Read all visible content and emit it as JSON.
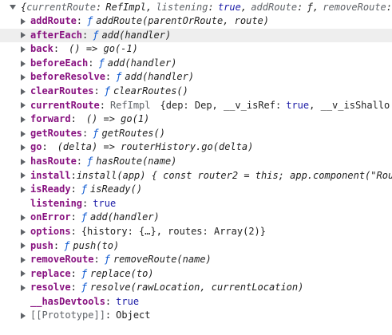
{
  "header": {
    "open_brace": "{",
    "p1_key": "currentRoute",
    "p1_val": "RefImpl",
    "p2_key": "listening",
    "p2_val": "true",
    "p3_key": "addRoute",
    "p3_val": "ƒ",
    "p4_key": "removeRoute",
    "sep": ":",
    "comma": ","
  },
  "rows": [
    {
      "key": "addRoute",
      "f": "ƒ",
      "val": "addRoute(parentOrRoute, route)"
    },
    {
      "key": "afterEach",
      "f": "ƒ",
      "val": "add(handler)"
    },
    {
      "key": "back",
      "val": "() => go(-1)"
    },
    {
      "key": "beforeEach",
      "f": "ƒ",
      "val": "add(handler)"
    },
    {
      "key": "beforeResolve",
      "f": "ƒ",
      "val": "add(handler)"
    },
    {
      "key": "clearRoutes",
      "f": "ƒ",
      "val": "clearRoutes()"
    },
    {
      "key": "currentRoute",
      "val1": "RefImpl",
      "val2": "{dep: Dep, __v_isRef:",
      "val3": "true",
      "val4": ", __v_isShallo"
    },
    {
      "key": "forward",
      "val": "() => go(1)"
    },
    {
      "key": "getRoutes",
      "f": "ƒ",
      "val": "getRoutes()"
    },
    {
      "key": "go",
      "val": "(delta) => routerHistory.go(delta)"
    },
    {
      "key": "hasRoute",
      "f": "ƒ",
      "val": "hasRoute(name)"
    },
    {
      "key": "install",
      "val": "install(app) { const router2 = this; app.component(\"Rou"
    },
    {
      "key": "isReady",
      "f": "ƒ",
      "val": "isReady()"
    },
    {
      "key": "listening",
      "val": "true"
    },
    {
      "key": "onError",
      "f": "ƒ",
      "val": "add(handler)"
    },
    {
      "key": "options",
      "val1": "{history: {…}, routes: Array(2)}"
    },
    {
      "key": "push",
      "f": "ƒ",
      "val": "push(to)"
    },
    {
      "key": "removeRoute",
      "f": "ƒ",
      "val": "removeRoute(name)"
    },
    {
      "key": "replace",
      "f": "ƒ",
      "val": "replace(to)"
    },
    {
      "key": "resolve",
      "f": "ƒ",
      "val": "resolve(rawLocation, currentLocation)"
    },
    {
      "key": "__hasDevtools",
      "val": "true"
    },
    {
      "key": "[[Prototype]]",
      "val": "Object"
    }
  ],
  "colors": {
    "key": "#881280",
    "function_f": "#0b57d0",
    "boolean": "#1a1aa6",
    "gray": "#5f6368",
    "hover_row": "#eeeeee"
  },
  "icons": {
    "expand": "triangle-right-icon",
    "collapse": "triangle-down-icon"
  }
}
